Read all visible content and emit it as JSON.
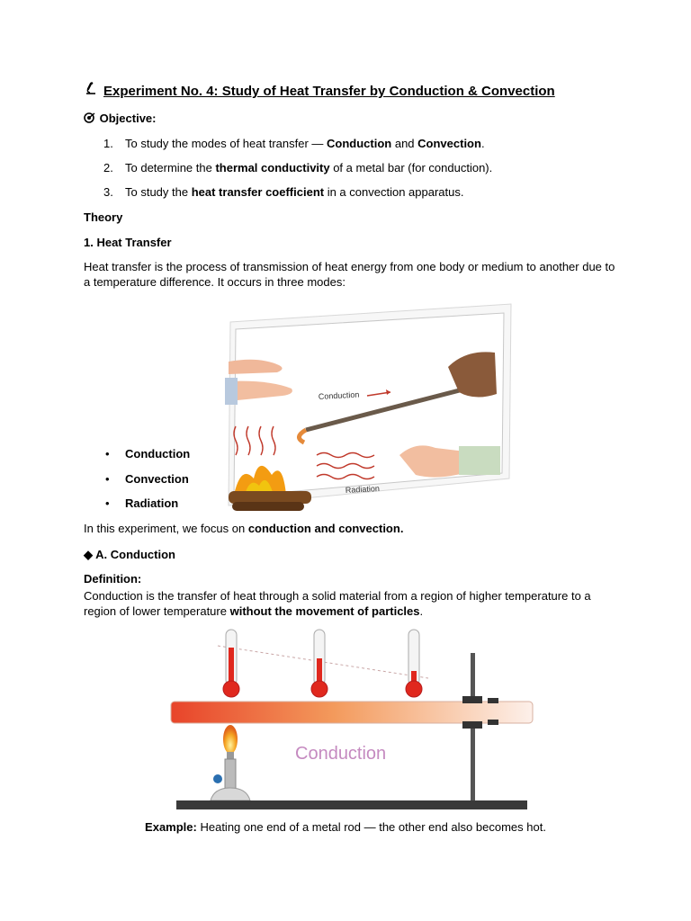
{
  "title": "Experiment No. 4: Study of Heat Transfer by Conduction & Convection",
  "objective": {
    "heading": "Objective:",
    "items": [
      {
        "num": "1.",
        "pre": "To study the modes of heat transfer — ",
        "b1": "Conduction",
        "mid": " and ",
        "b2": "Convection",
        "post": "."
      },
      {
        "num": "2.",
        "pre": "To determine the ",
        "b1": "thermal conductivity",
        "post": " of a metal bar (for conduction)."
      },
      {
        "num": "3.",
        "pre": "To study the ",
        "b1": "heat transfer coefficient",
        "post": " in a convection apparatus."
      }
    ]
  },
  "theory_heading": "Theory",
  "heat_transfer": {
    "heading": "1. Heat Transfer",
    "para": "Heat transfer is the process of transmission of heat energy from one body or medium to another due to a temperature difference. It occurs in three modes:"
  },
  "figure1": {
    "label_conduction": "Conduction",
    "label_radiation": "Radiation"
  },
  "modes": [
    "Conduction",
    "Convection",
    "Radiation"
  ],
  "focus": {
    "pre": "In this experiment, we focus on ",
    "bold": "conduction and convection."
  },
  "section_a": {
    "marker": "◆",
    "heading": "A. Conduction"
  },
  "definition": {
    "heading": "Definition:",
    "pre": "Conduction is the transfer of heat through a solid material from a region of higher temperature to a region of lower temperature ",
    "bold": "without the movement of particles",
    "post": "."
  },
  "figure2": {
    "label": "Conduction"
  },
  "example": {
    "bold": "Example:",
    "text": " Heating one end of a metal rod — the other end also becomes hot."
  },
  "colors": {
    "accent_red": "#e0281e",
    "label_purple": "#c58ac0"
  }
}
